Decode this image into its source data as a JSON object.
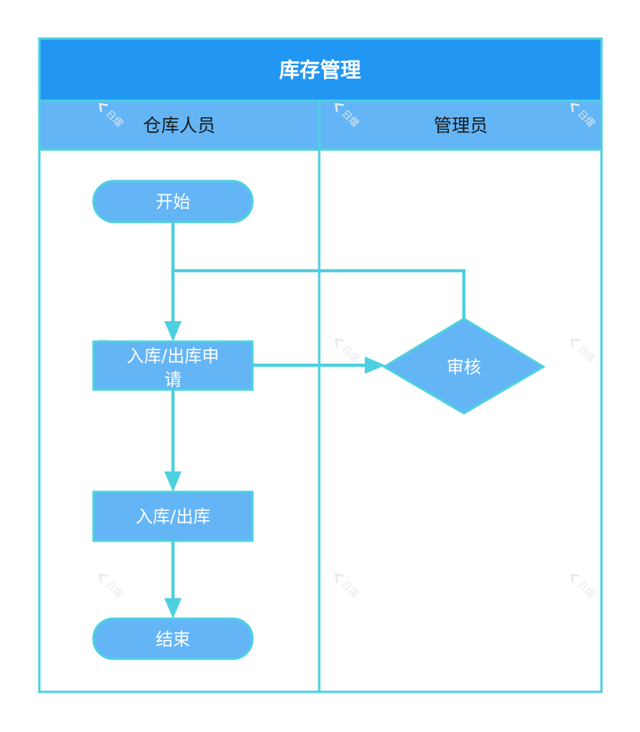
{
  "title": "库存管理",
  "lanes": [
    {
      "label": "仓库人员"
    },
    {
      "label": "管理员"
    }
  ],
  "nodes": {
    "start": {
      "label": "开始"
    },
    "request": {
      "lines": [
        "入库/出库申",
        "请"
      ]
    },
    "review": {
      "label": "审核"
    },
    "operate": {
      "label": "入库/出库"
    },
    "end": {
      "label": "结束"
    }
  },
  "watermark": {
    "text": "日熠",
    "icon": "logo-mark-icon"
  },
  "colors": {
    "header": "#2196F3",
    "lane_header": "#64B5F6",
    "node_fill": "#64B5F6",
    "line": "#4DD0E1"
  }
}
